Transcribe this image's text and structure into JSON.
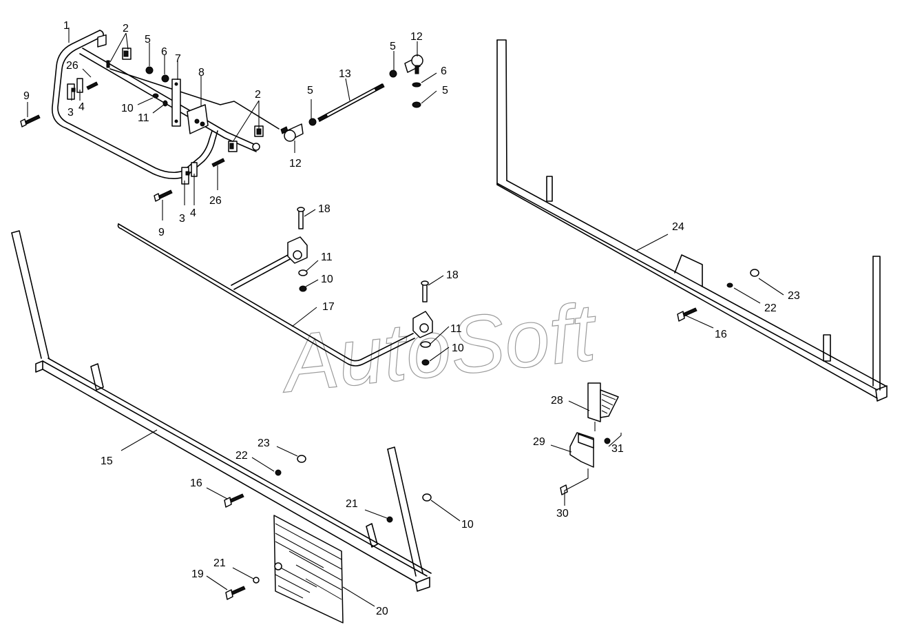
{
  "watermark": "AutoSoft",
  "callouts": [
    {
      "id": "c1",
      "text": "1"
    },
    {
      "id": "c2a",
      "text": "2"
    },
    {
      "id": "c2b",
      "text": "2"
    },
    {
      "id": "c3a",
      "text": "3"
    },
    {
      "id": "c3b",
      "text": "3"
    },
    {
      "id": "c4a",
      "text": "4"
    },
    {
      "id": "c4b",
      "text": "4"
    },
    {
      "id": "c5a",
      "text": "5"
    },
    {
      "id": "c5b",
      "text": "5"
    },
    {
      "id": "c5c",
      "text": "5"
    },
    {
      "id": "c5d",
      "text": "5"
    },
    {
      "id": "c6a",
      "text": "6"
    },
    {
      "id": "c6b",
      "text": "6"
    },
    {
      "id": "c7",
      "text": "7"
    },
    {
      "id": "c8",
      "text": "8"
    },
    {
      "id": "c9a",
      "text": "9"
    },
    {
      "id": "c9b",
      "text": "9"
    },
    {
      "id": "c10a",
      "text": "10"
    },
    {
      "id": "c10b",
      "text": "10"
    },
    {
      "id": "c10c",
      "text": "10"
    },
    {
      "id": "c10d",
      "text": "10"
    },
    {
      "id": "c11a",
      "text": "11"
    },
    {
      "id": "c11b",
      "text": "11"
    },
    {
      "id": "c11c",
      "text": "11"
    },
    {
      "id": "c12a",
      "text": "12"
    },
    {
      "id": "c12b",
      "text": "12"
    },
    {
      "id": "c13",
      "text": "13"
    },
    {
      "id": "c15",
      "text": "15"
    },
    {
      "id": "c16a",
      "text": "16"
    },
    {
      "id": "c16b",
      "text": "16"
    },
    {
      "id": "c17",
      "text": "17"
    },
    {
      "id": "c18a",
      "text": "18"
    },
    {
      "id": "c18b",
      "text": "18"
    },
    {
      "id": "c19",
      "text": "19"
    },
    {
      "id": "c20",
      "text": "20"
    },
    {
      "id": "c21a",
      "text": "21"
    },
    {
      "id": "c21b",
      "text": "21"
    },
    {
      "id": "c22a",
      "text": "22"
    },
    {
      "id": "c22b",
      "text": "22"
    },
    {
      "id": "c23a",
      "text": "23"
    },
    {
      "id": "c23b",
      "text": "23"
    },
    {
      "id": "c24",
      "text": "24"
    },
    {
      "id": "c26a",
      "text": "26"
    },
    {
      "id": "c26b",
      "text": "26"
    },
    {
      "id": "c28",
      "text": "28"
    },
    {
      "id": "c29",
      "text": "29"
    },
    {
      "id": "c30",
      "text": "30"
    },
    {
      "id": "c31",
      "text": "31"
    }
  ]
}
